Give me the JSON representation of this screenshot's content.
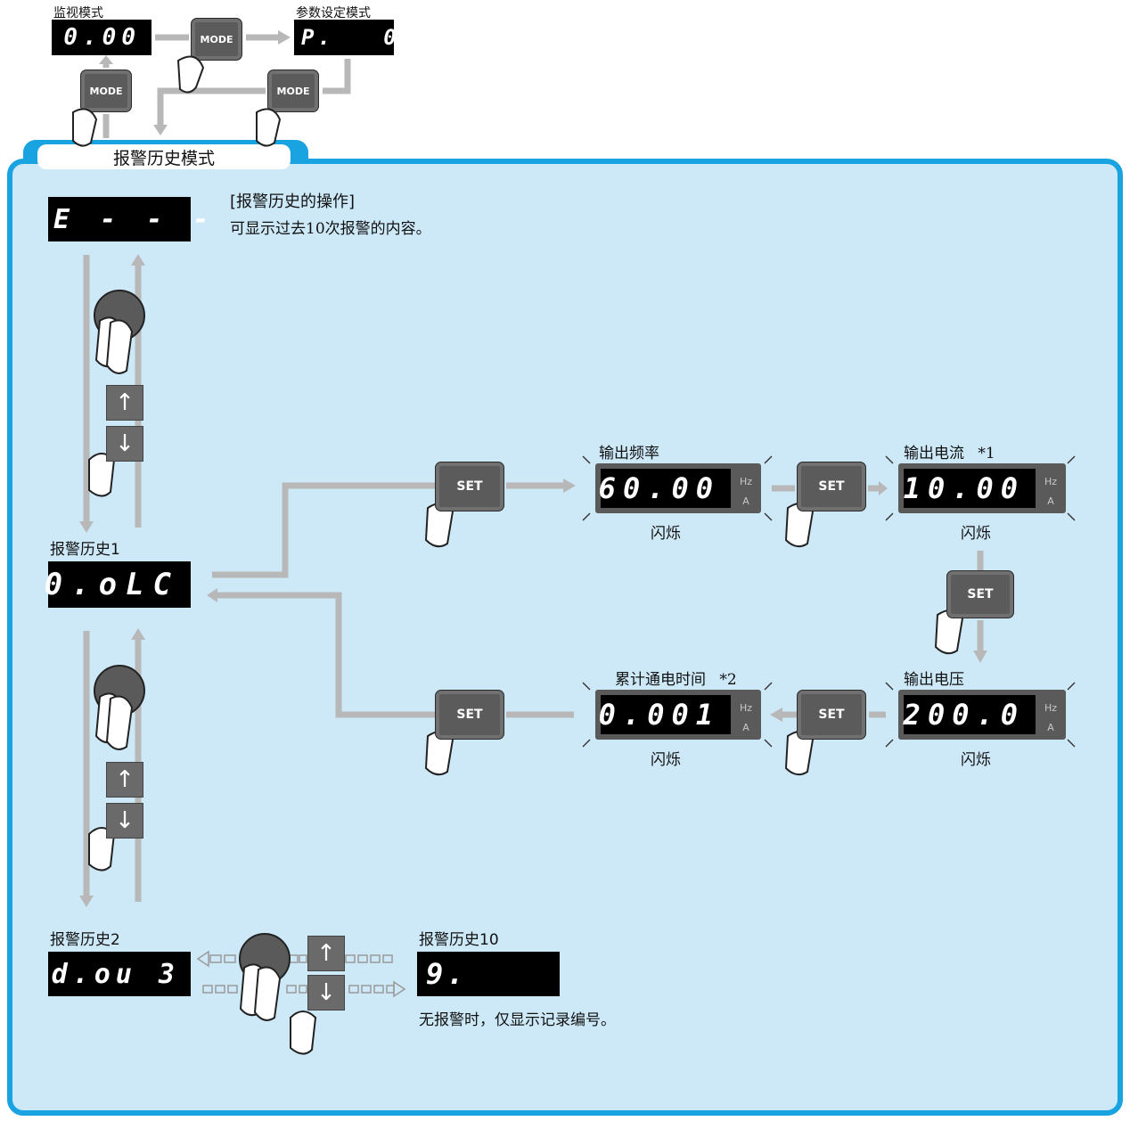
{
  "top": {
    "monitor_mode": "监视模式",
    "monitor_display": "0.00",
    "param_mode": "参数设定模式",
    "param_display": "P.   0",
    "mode_button": "MODE"
  },
  "panel": {
    "title": "报警历史模式",
    "op_title": "[报警历史的操作]",
    "op_desc": "可显示过去10次报警的内容。",
    "e_display": "E - - -",
    "set_button": "SET",
    "units_hz": "Hz",
    "units_a": "A",
    "blink": "闪烁",
    "up_arrow": "↑",
    "down_arrow": "↓",
    "alarm1": {
      "label": "报警历史1",
      "display": "0.oLC"
    },
    "alarm2": {
      "label": "报警历史2",
      "display": "d.ou 3"
    },
    "alarm10": {
      "label": "报警历史10",
      "display": "9.",
      "note": "无报警时，仅显示记录编号。"
    },
    "freq": {
      "label": "输出频率",
      "display": "60.00"
    },
    "current": {
      "label": "输出电流",
      "note": "*1",
      "display": "10.00"
    },
    "voltage": {
      "label": "输出电压",
      "display": "200.0"
    },
    "time": {
      "label": "累计通电时间",
      "note": "*2",
      "display": "0.001"
    }
  }
}
